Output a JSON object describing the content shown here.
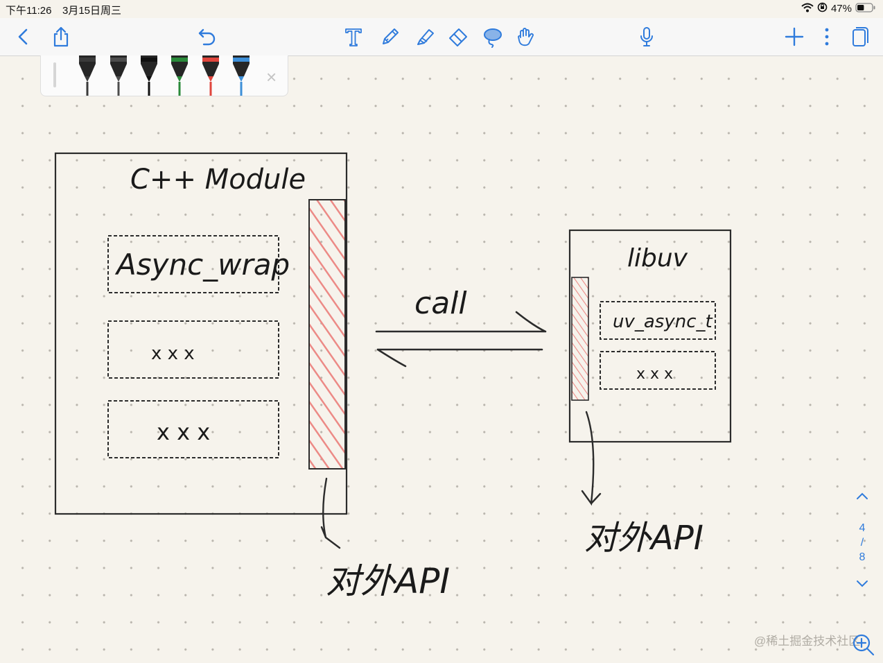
{
  "status_bar": {
    "time": "下午11:26",
    "date": "3月15日周三",
    "battery_percent": "47%",
    "battery_level": 0.47,
    "icons": [
      "wifi-icon",
      "orientation-lock-icon",
      "battery-icon"
    ]
  },
  "toolbar": {
    "left_icons": [
      "back-chevron-icon",
      "share-icon",
      "undo-icon"
    ],
    "center_tools": [
      "text-tool-icon",
      "pen-tool-icon",
      "highlighter-tool-icon",
      "eraser-tool-icon",
      "lasso-tool-icon",
      "hand-tool-icon"
    ],
    "selected_tool": "lasso-tool-icon",
    "right_icons": [
      "microphone-icon",
      "add-page-icon",
      "more-icon",
      "pages-icon"
    ],
    "accent_color": "#2f7bdc"
  },
  "pen_tray": {
    "pens": [
      {
        "name": "pen-dark-gray",
        "color": "#3a3a3a"
      },
      {
        "name": "pen-gray",
        "color": "#4d4d4d"
      },
      {
        "name": "pen-black",
        "color": "#111111"
      },
      {
        "name": "pen-green",
        "color": "#2a8a3a"
      },
      {
        "name": "pen-red",
        "color": "#e0453c"
      },
      {
        "name": "pen-blue",
        "color": "#3d8fd8"
      }
    ],
    "close_label": "×"
  },
  "canvas": {
    "cpp_module_title": "C++ Module",
    "async_wrap_label": "Async_wrap",
    "placeholder_1": "x  x  x",
    "placeholder_2": "x x x",
    "call_label": "call",
    "libuv_title": "libuv",
    "uv_async_label": "uv_async_t",
    "libuv_placeholder": "x x x",
    "api_label_left": "对外API",
    "api_label_right": "对外API",
    "hatch_color": "#ec8a86"
  },
  "page_nav": {
    "current": "4",
    "separator": "/",
    "total": "8"
  },
  "watermark": "@稀土掘金技术社区"
}
